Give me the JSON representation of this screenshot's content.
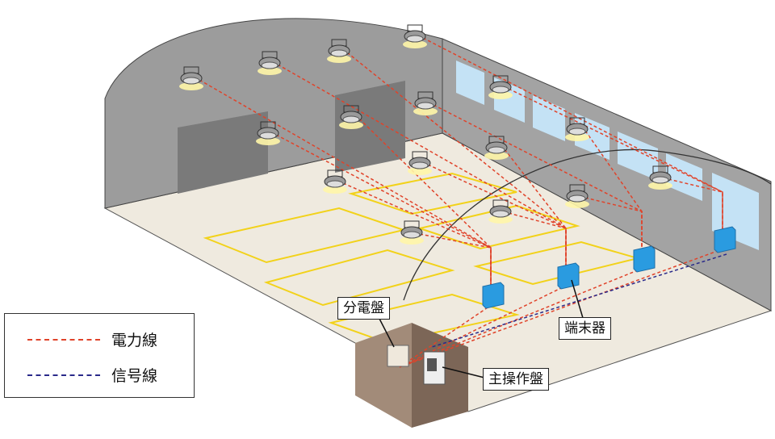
{
  "labels": {
    "distribution_board": "分電盤",
    "terminal": "端末器",
    "main_control_panel": "主操作盤"
  },
  "legend": {
    "items": [
      {
        "label": "電力線",
        "color": "#e0432a"
      },
      {
        "label": "信号線",
        "color": "#2a2a8a"
      }
    ]
  },
  "colors": {
    "wall": "#9a9a9a",
    "floor": "#efeadf",
    "court_line": "#f2d21a",
    "terminal": "#2a9be0",
    "window": "#c4e2f5"
  }
}
